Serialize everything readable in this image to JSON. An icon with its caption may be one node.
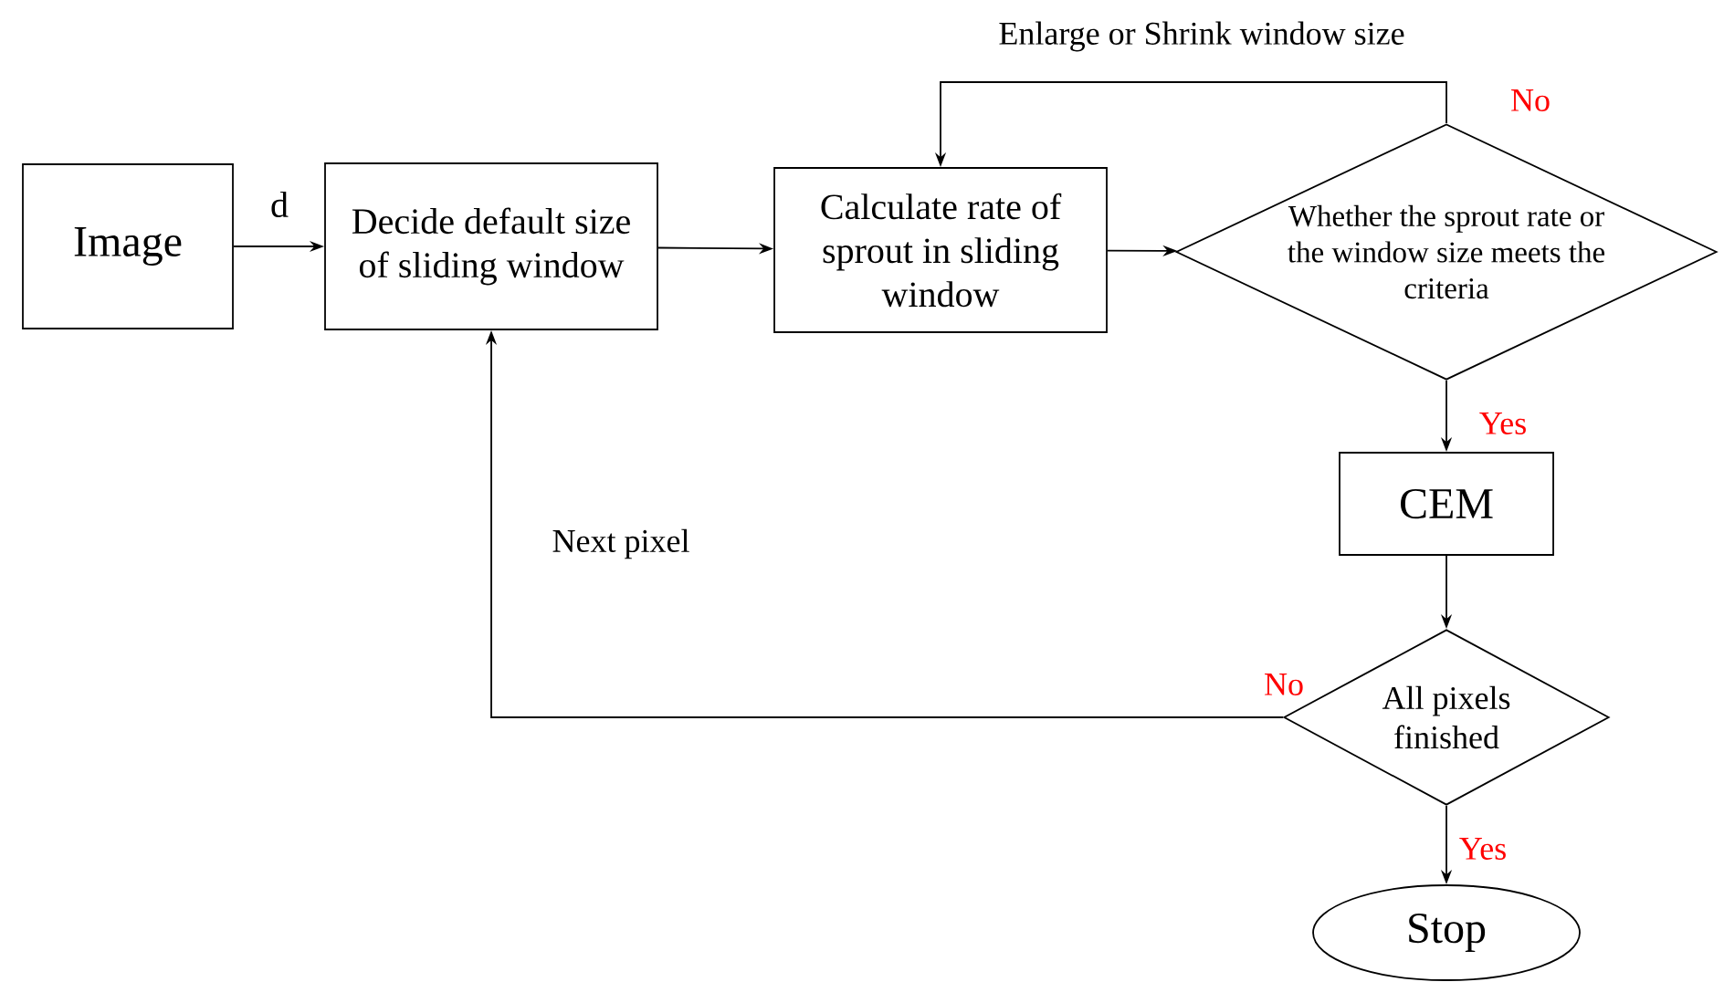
{
  "diagram": {
    "nodes": [
      {
        "text": [
          "Image"
        ]
      },
      {
        "text": [
          "Decide default size of sliding window"
        ]
      },
      {
        "text": [
          "Calculate rate of sprout in sliding window"
        ]
      },
      {
        "text": [
          "Whether the sprout rate or the window size meets the criteria"
        ]
      },
      {
        "text": [
          "CEM"
        ]
      },
      {
        "text": [
          "All pixels finished"
        ]
      },
      {
        "text": [
          "Stop"
        ]
      }
    ],
    "edges": [
      {
        "from": 0,
        "to": 1,
        "arrow": "to",
        "label": "d"
      },
      {
        "from": 1,
        "to": 2,
        "arrow": "to"
      },
      {
        "from": 2,
        "to": 3,
        "arrow": "to"
      },
      {
        "from": 3,
        "to": 2,
        "arrow": "to",
        "label": "Enlarge or Shrink window size"
      },
      {
        "from": 3,
        "to": 4,
        "arrow": "to",
        "label": "Yes"
      },
      {
        "from": 4,
        "to": 5,
        "arrow": "to"
      },
      {
        "from": 5,
        "to": 1,
        "arrow": "to",
        "label": "Next pixel"
      },
      {
        "from": 5,
        "to": 6,
        "arrow": "to",
        "label": "Yes"
      }
    ],
    "labels": [
      "No",
      "No"
    ]
  }
}
